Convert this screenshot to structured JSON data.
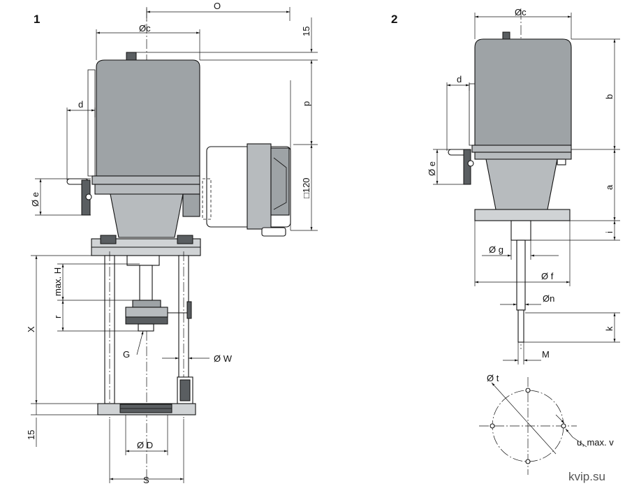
{
  "figure": {
    "view1_number": "1",
    "view2_number": "2",
    "watermark": "kvip.su"
  },
  "labels_view1": {
    "O": "O",
    "c": "Øc",
    "top15": "15",
    "p": "p",
    "d": "d",
    "e": "Ø e",
    "sq120": "□120",
    "maxH": "max. H",
    "r": "r",
    "X": "X",
    "G": "G",
    "W": "Ø W",
    "D": "Ø D",
    "bottom15": "15",
    "S": "S"
  },
  "labels_view2": {
    "c": "Øc",
    "d": "d",
    "b": "b",
    "e": "Ø e",
    "a": "a",
    "i": "i",
    "g": "Ø g",
    "f": "Ø f",
    "n": "Øn",
    "k": "k",
    "M": "M",
    "t": "Ø t",
    "uv": "u, max. v"
  }
}
